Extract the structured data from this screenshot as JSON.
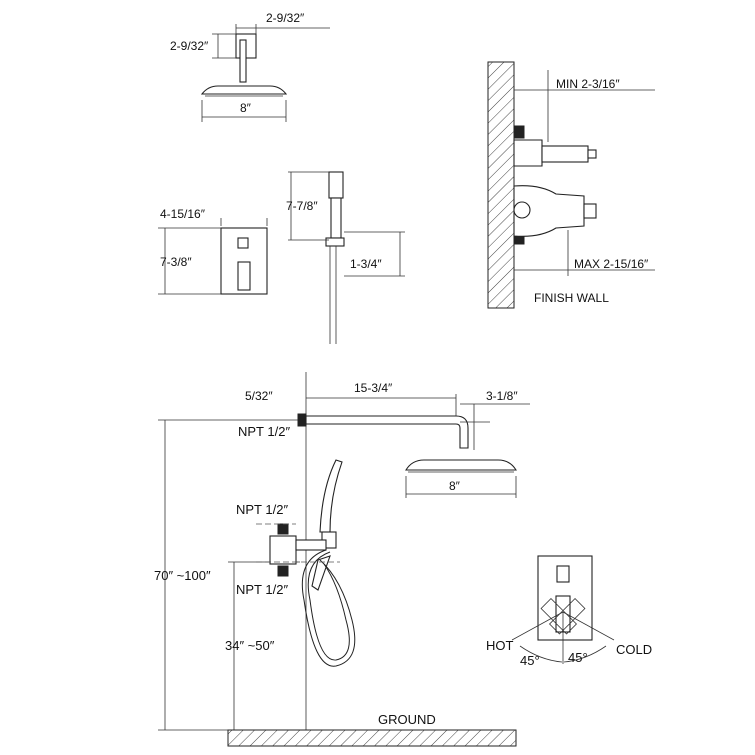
{
  "dimensions": {
    "arm_width": "2-9/32″",
    "arm_height": "2-9/32″",
    "head_top": "8″",
    "plate_width": "4-15/16″",
    "plate_height": "7-3/8″",
    "handheld_length": "7-7/8″",
    "holder_size": "1-3/4″",
    "min_depth": "MIN 2-3/16″",
    "max_depth": "MAX 2-15/16″",
    "wall_offset": "5/32″",
    "arm_reach": "15-3/4″",
    "arm_drop": "3-1/8″",
    "head_front": "8″",
    "total_height": "70″ ~100″",
    "valve_height": "34″ ~50″",
    "angle_hot": "45°",
    "angle_cold": "45°"
  },
  "labels": {
    "finish_wall": "FINISH WALL",
    "npt_top": "NPT 1/2″",
    "npt_mid": "NPT 1/2″",
    "npt_low": "NPT 1/2″",
    "hot": "HOT",
    "cold": "COLD",
    "ground": "GROUND"
  }
}
